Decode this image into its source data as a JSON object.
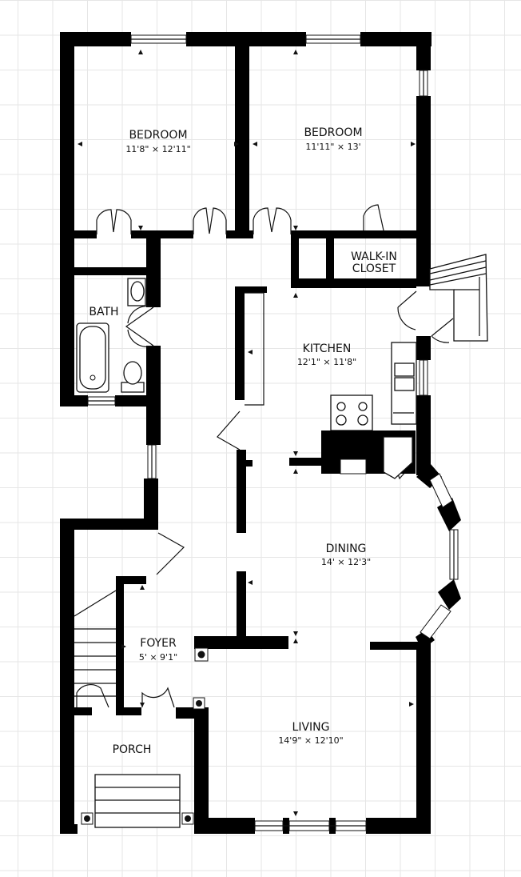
{
  "rooms": {
    "bedroom1": {
      "name": "BEDROOM",
      "dims": "11'8\" × 12'11\""
    },
    "bedroom2": {
      "name": "BEDROOM",
      "dims": "11'11\" × 13'"
    },
    "walkin": {
      "line1": "WALK-IN",
      "line2": "CLOSET"
    },
    "bath": {
      "name": "BATH"
    },
    "kitchen": {
      "name": "KITCHEN",
      "dims": "12'1\" × 11'8\""
    },
    "dining": {
      "name": "DINING",
      "dims": "14' × 12'3\""
    },
    "foyer": {
      "name": "FOYER",
      "dims": "5' × 9'1\""
    },
    "living": {
      "name": "LIVING",
      "dims": "14'9\" × 12'10\""
    },
    "porch": {
      "name": "PORCH"
    }
  },
  "colors": {
    "wall": "#000000",
    "grid": "#e6e6e6",
    "background": "#ffffff"
  }
}
